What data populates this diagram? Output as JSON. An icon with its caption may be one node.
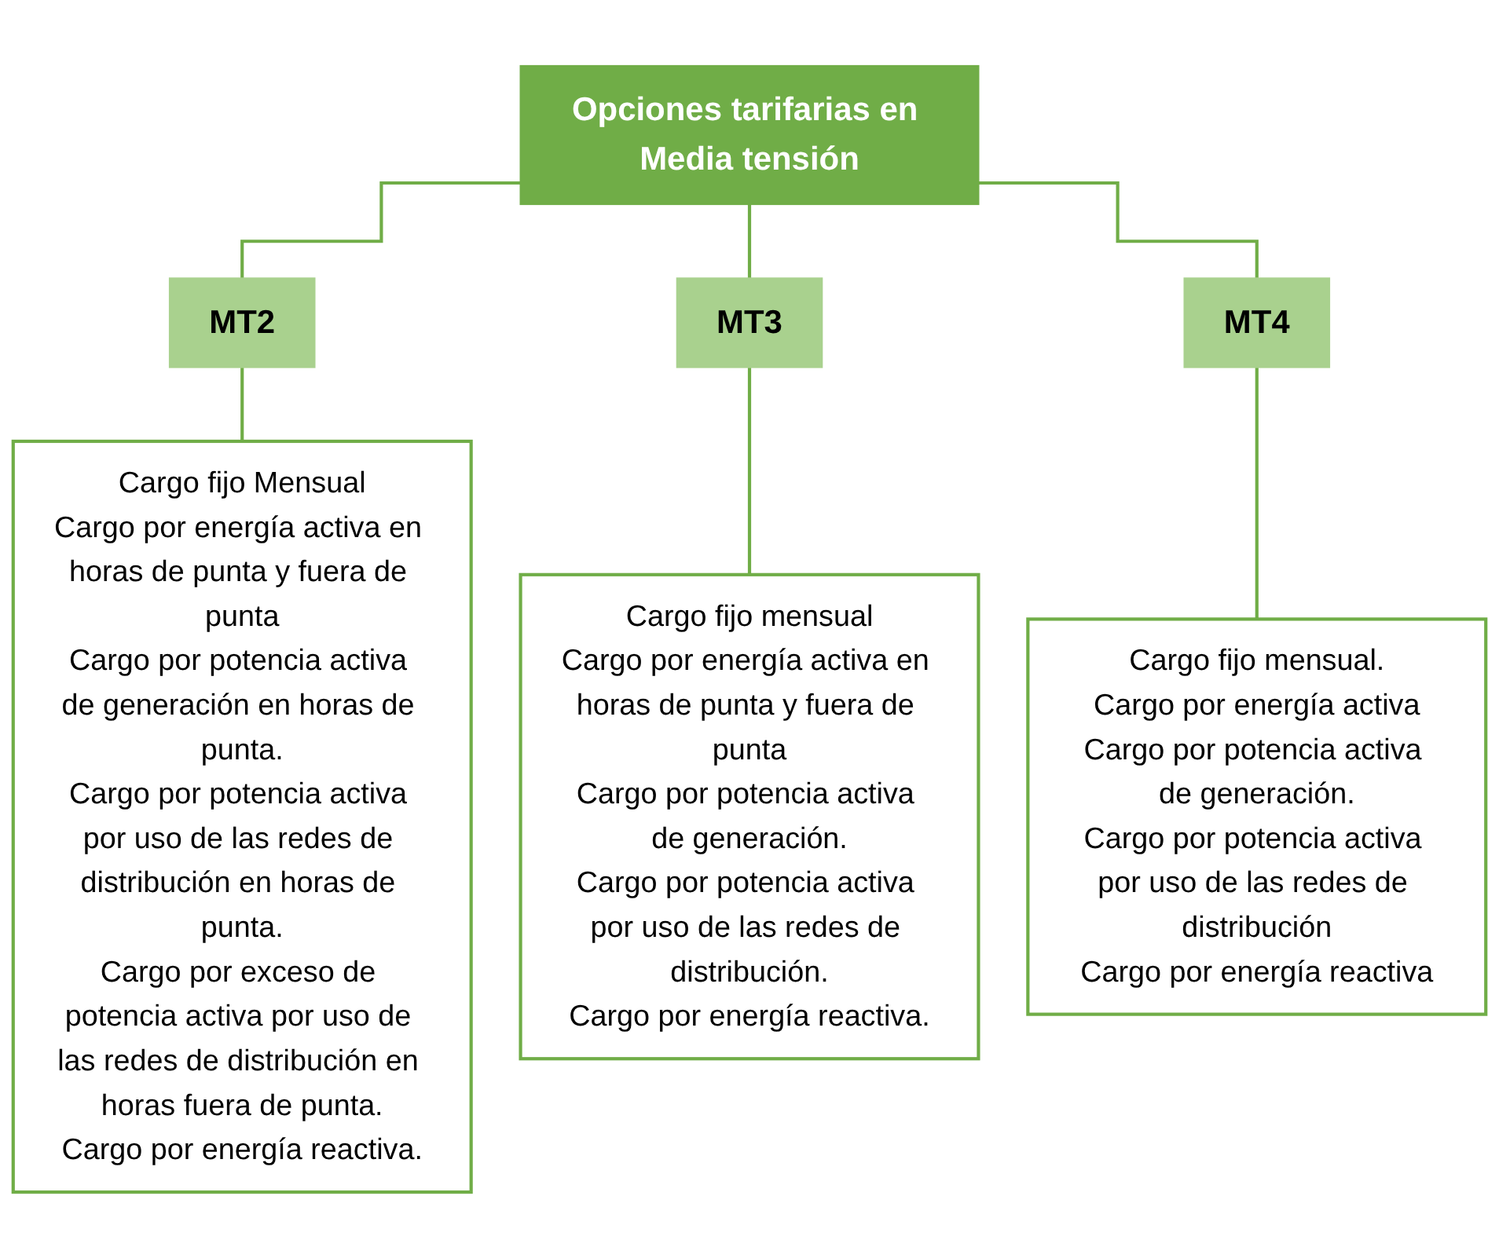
{
  "diagram": {
    "nodes": [
      {
        "text": [
          "Opciones tarifarias en Media tensión"
        ]
      },
      {
        "text": [
          "MT2"
        ]
      },
      {
        "text": [
          "MT3"
        ]
      },
      {
        "text": [
          "MT4"
        ]
      },
      {
        "text": [
          "Cargo fijo Mensual",
          "Cargo por energía activa en horas de punta y fuera de punta",
          "Cargo por potencia activa de generación en horas de punta.",
          "Cargo por potencia activa por uso de las redes de distribución en horas de punta.",
          "Cargo por exceso de potencia activa por uso de las redes de distribución en horas fuera de punta.",
          "Cargo por energía reactiva."
        ]
      },
      {
        "text": [
          "Cargo fijo mensual",
          "Cargo por energía activa en horas de punta y fuera de punta",
          "Cargo por potencia activa de generación.",
          "Cargo por potencia activa por uso de las redes de distribución.",
          "Cargo por energía reactiva."
        ]
      },
      {
        "text": [
          "Cargo fijo mensual.",
          "Cargo por energía activa",
          "Cargo por potencia activa de generación.",
          "Cargo por potencia activa por uso de las redes de distribución",
          "Cargo por energía reactiva"
        ]
      }
    ],
    "edges": [
      {
        "from": 0,
        "to": 1,
        "arrow": "none"
      },
      {
        "from": 0,
        "to": 2,
        "arrow": "none"
      },
      {
        "from": 0,
        "to": 3,
        "arrow": "none"
      },
      {
        "from": 1,
        "to": 4,
        "arrow": "none"
      },
      {
        "from": 2,
        "to": 5,
        "arrow": "none"
      },
      {
        "from": 3,
        "to": 6,
        "arrow": "none"
      }
    ]
  }
}
